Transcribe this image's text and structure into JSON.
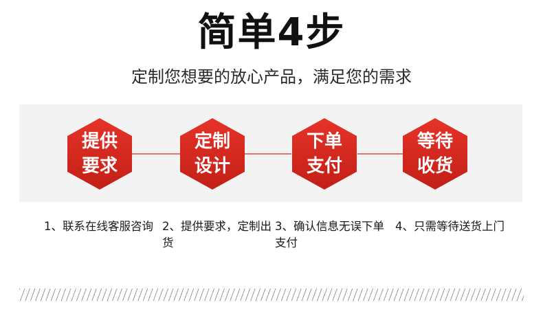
{
  "title": "简单4步",
  "subtitle": "定制您想要的放心产品，满足您的需求",
  "steps": [
    {
      "line1": "提供",
      "line2": "要求",
      "desc": "1、联系在线客服咨询"
    },
    {
      "line1": "定制",
      "line2": "设计",
      "desc": "2、提供要求，定制出货"
    },
    {
      "line1": "下单",
      "line2": "支付",
      "desc": "3、确认信息无误下单支付"
    },
    {
      "line1": "等待",
      "line2": "收货",
      "desc": "4、只需等待送货上门"
    }
  ],
  "colors": {
    "accent_red": "#d9261c",
    "accent_dark_red": "#b71c14",
    "band_bg": "#f3f3f3",
    "connector": "#e04a3f"
  }
}
